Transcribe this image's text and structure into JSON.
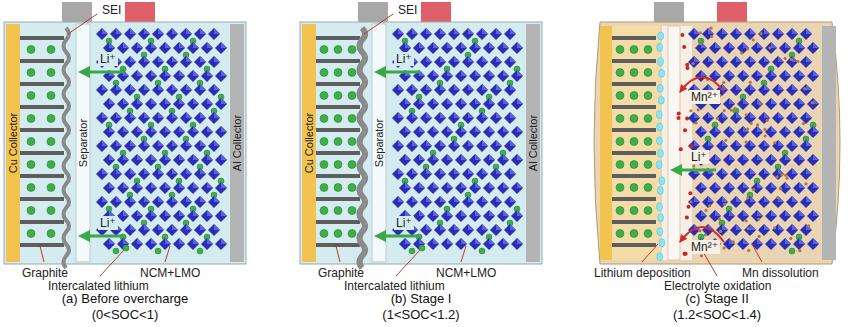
{
  "diagram": {
    "nodes": [
      {
        "text": [
          "Cu Collector"
        ]
      },
      {
        "text": [
          "Separator"
        ]
      },
      {
        "text": [
          "Al Collector"
        ]
      },
      {
        "text": [
          "Cu Collector"
        ]
      },
      {
        "text": [
          "Separator"
        ]
      },
      {
        "text": [
          "Al Collector"
        ]
      }
    ],
    "labels": [
      "SEI",
      "Li⁺",
      "Li⁺",
      "Graphite",
      "NCM+LMO",
      "Intercalated lithium",
      "(a) Before overcharge",
      "(0<SOC<1)",
      "SEI",
      "Li⁺",
      "Li⁺",
      "Graphite",
      "NCM+LMO",
      "Intercalated lithium",
      "(b) Stage I",
      "(1<SOC<1.2)",
      "Mn²⁺",
      "Li⁺",
      "Mn²⁺",
      "Lithium deposition",
      "Mn dissolution",
      "Electrolyte oxidation",
      "(c) Stage II",
      "(1.2<SOC<1.4)"
    ]
  }
}
